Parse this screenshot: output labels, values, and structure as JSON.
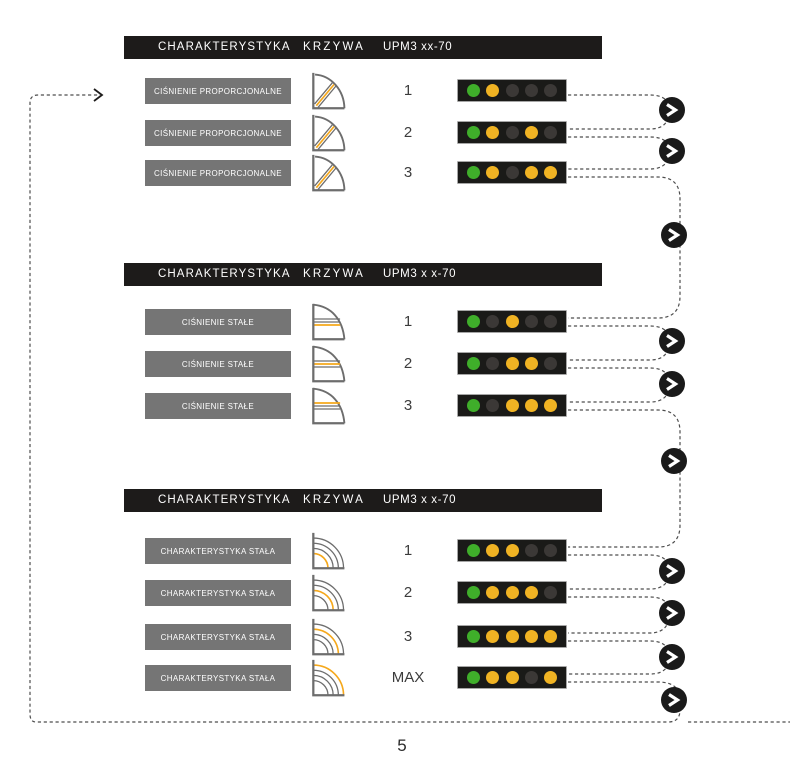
{
  "page": {
    "number": "5"
  },
  "colors": {
    "green": "#3fae2a",
    "yellow": "#f0b323",
    "off": "#3b3836",
    "orange": "#f5a81c",
    "icon_gray": "#6d6d6d",
    "label_bg": "#757575",
    "header_bg": "#1d1b1a",
    "panel_bg": "#1a1a18",
    "line": "#4d4d4d"
  },
  "icons": {
    "next_button": "chevron-right",
    "loop_start": "arrow-right"
  },
  "sections": [
    {
      "header": {
        "col1": "CHARAKTERYSTYKA",
        "col2": "KRZYWA",
        "col3": "UPM3 xx-70"
      },
      "rows": [
        {
          "label": "CIŚNIENIE PROPORCJONALNE",
          "curve": "proportional-1",
          "setting": "1",
          "leds": [
            "green",
            "yellow",
            "off",
            "off",
            "off"
          ]
        },
        {
          "label": "CIŚNIENIE PROPORCJONALNE",
          "curve": "proportional-2",
          "setting": "2",
          "leds": [
            "green",
            "yellow",
            "off",
            "yellow",
            "off"
          ]
        },
        {
          "label": "CIŚNIENIE PROPORCJONALNE",
          "curve": "proportional-3",
          "setting": "3",
          "leds": [
            "green",
            "yellow",
            "off",
            "yellow",
            "yellow"
          ]
        }
      ]
    },
    {
      "header": {
        "col1": "CHARAKTERYSTYKA",
        "col2": "KRZYWA",
        "col3": "UPM3 x x-70"
      },
      "rows": [
        {
          "label": "CIŚNIENIE STAŁE",
          "curve": "constant-pressure-1",
          "setting": "1",
          "leds": [
            "green",
            "off",
            "yellow",
            "off",
            "off"
          ]
        },
        {
          "label": "CIŚNIENIE STAŁE",
          "curve": "constant-pressure-2",
          "setting": "2",
          "leds": [
            "green",
            "off",
            "yellow",
            "yellow",
            "off"
          ]
        },
        {
          "label": "CIŚNIENIE STAŁE",
          "curve": "constant-pressure-3",
          "setting": "3",
          "leds": [
            "green",
            "off",
            "yellow",
            "yellow",
            "yellow"
          ]
        }
      ]
    },
    {
      "header": {
        "col1": "CHARAKTERYSTYKA",
        "col2": "KRZYWA",
        "col3": "UPM3 x x-70"
      },
      "rows": [
        {
          "label": "CHARAKTERYSTYKA STAŁA",
          "curve": "constant-curve-1",
          "setting": "1",
          "leds": [
            "green",
            "yellow",
            "yellow",
            "off",
            "off"
          ]
        },
        {
          "label": "CHARAKTERYSTYKA STAŁA",
          "curve": "constant-curve-2",
          "setting": "2",
          "leds": [
            "green",
            "yellow",
            "yellow",
            "yellow",
            "off"
          ]
        },
        {
          "label": "CHARAKTERYSTYKA STAŁA",
          "curve": "constant-curve-3",
          "setting": "3",
          "leds": [
            "green",
            "yellow",
            "yellow",
            "yellow",
            "yellow"
          ]
        },
        {
          "label": "CHARAKTERYSTYKA STAŁA",
          "curve": "constant-curve-max",
          "setting": "MAX",
          "leds": [
            "green",
            "yellow",
            "yellow",
            "off",
            "yellow"
          ]
        }
      ]
    }
  ]
}
